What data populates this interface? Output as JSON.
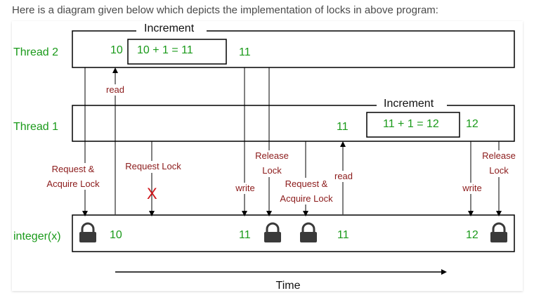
{
  "caption": "Here is a diagram given below which depicts the implementation of locks in above program:",
  "rows": {
    "thread2": "Thread 2",
    "thread1": "Thread 1",
    "integer": "integer(x)"
  },
  "thread2": {
    "increment_title": "Increment",
    "value_before": "10",
    "operation": "10 + 1 = 11",
    "value_after": "11"
  },
  "thread1": {
    "increment_title": "Increment",
    "value_before": "11",
    "operation": "11 + 1 = 12",
    "value_after": "12"
  },
  "integer_values": {
    "v1": "10",
    "v2": "11",
    "v3": "11",
    "v4": "12"
  },
  "events": {
    "read1": "read",
    "request_acquire_line1": "Request &",
    "request_acquire_line2": "Acquire Lock",
    "request_lock": "Request Lock",
    "blocked_mark": "X",
    "write1": "write",
    "release1_line1": "Release",
    "release1_line2": "Lock",
    "request_acquire2_line1": "Request &",
    "request_acquire2_line2": "Acquire Lock",
    "read2": "read",
    "write2": "write",
    "release2_line1": "Release",
    "release2_line2": "Lock"
  },
  "time_label": "Time",
  "colors": {
    "green": "#1a9a1a",
    "red_text": "#8b1a1a",
    "lock": "#3a3a3a",
    "x_mark": "#d0161a"
  }
}
